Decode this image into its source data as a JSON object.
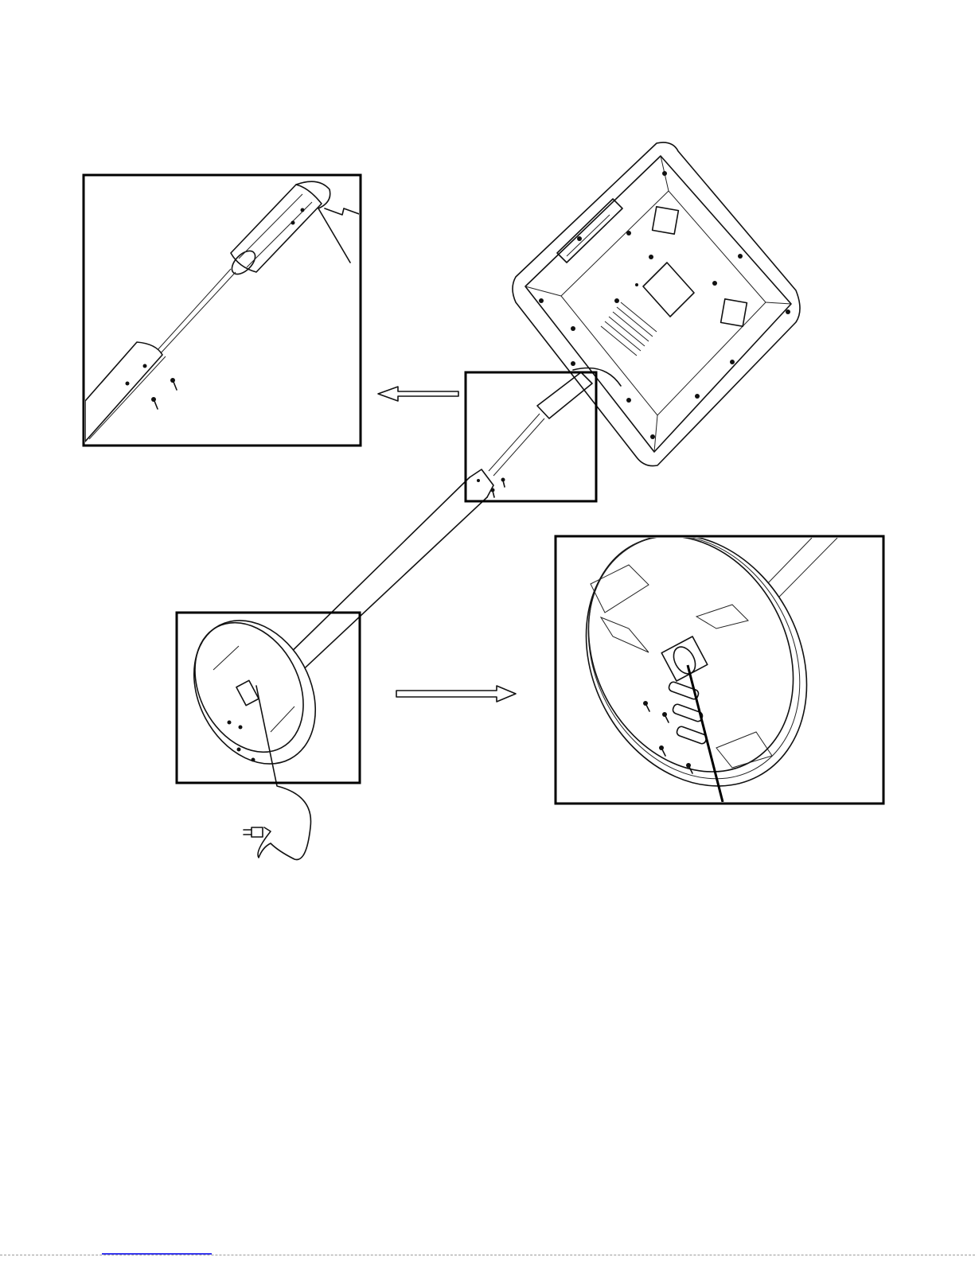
{
  "diagram": {
    "kind": "assembly-illustration",
    "parts": [
      "monitor",
      "pole",
      "base",
      "power-cord",
      "screws"
    ],
    "callouts": [
      "upper-joint-detail",
      "base-detail"
    ]
  },
  "colors": {
    "line": "#000000",
    "background": "#ffffff",
    "footer_link": "#3a3af0"
  },
  "icons": [
    "screw-icon",
    "plug-icon",
    "arrow-left-icon",
    "arrow-right-icon"
  ]
}
